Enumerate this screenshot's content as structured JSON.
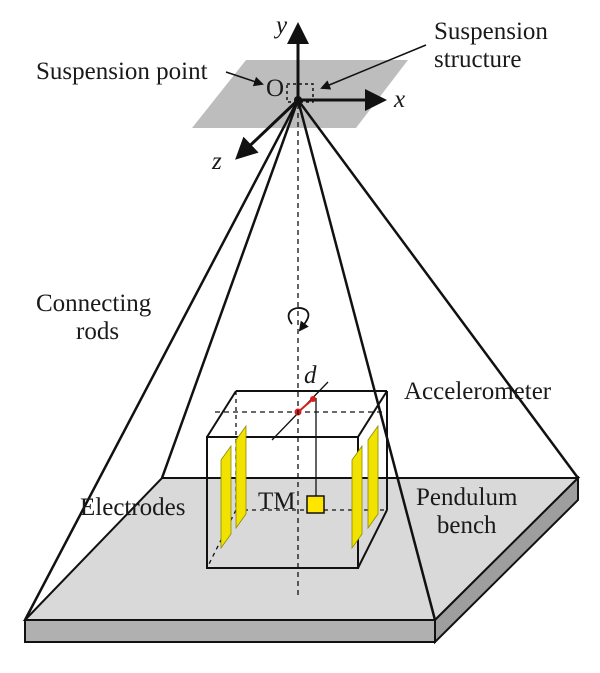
{
  "labels": {
    "suspension_point": "Suspension point",
    "origin": "O",
    "suspension_structure": [
      "Suspension",
      "structure"
    ],
    "axis_x": "x",
    "axis_y": "y",
    "axis_z": "z",
    "connecting_rods": [
      "Connecting",
      "rods"
    ],
    "d": "d",
    "accelerometer": "Accelerometer",
    "electrodes": "Electrodes",
    "tm": "TM",
    "pendulum_bench": [
      "Pendulum",
      "bench"
    ]
  },
  "colors": {
    "ink": "#111111",
    "plate_gray": "#bdbdbd",
    "bench_top": "#d9d9d9",
    "bench_side": "#b0b0b0",
    "electrode_yellow": "#f2e200",
    "test_mass_yellow": "#ffe600",
    "red_dot": "#d62020"
  }
}
